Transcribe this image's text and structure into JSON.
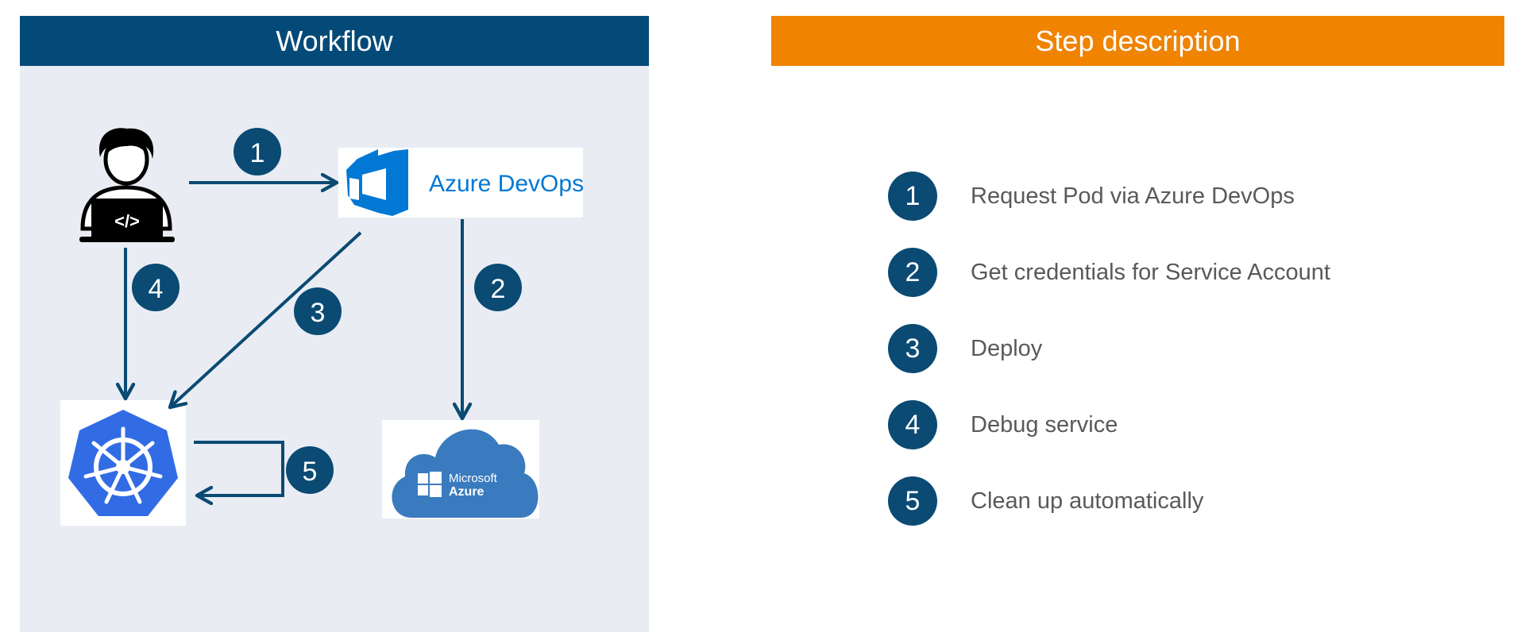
{
  "workflow": {
    "title": "Workflow",
    "devops_label": "Azure DevOps",
    "cloud_label_line1": "Microsoft",
    "cloud_label_line2": "Azure",
    "step_markers": [
      "1",
      "2",
      "3",
      "4",
      "5"
    ],
    "icons": {
      "developer": "developer-laptop-icon",
      "devops": "azure-devops-logo-icon",
      "kubernetes": "kubernetes-wheel-icon",
      "cloud": "microsoft-azure-cloud-icon"
    }
  },
  "description": {
    "title": "Step description",
    "steps": [
      {
        "number": "1",
        "text": "Request Pod via Azure DevOps"
      },
      {
        "number": "2",
        "text": "Get credentials for Service Account"
      },
      {
        "number": "3",
        "text": "Deploy"
      },
      {
        "number": "4",
        "text": "Debug service"
      },
      {
        "number": "5",
        "text": "Clean up automatically"
      }
    ]
  },
  "colors": {
    "workflow_header": "#044a78",
    "description_header": "#f08300",
    "workflow_bg": "#e9ecf3",
    "marker": "#0a4a73",
    "arrow": "#0a4a73",
    "devops_blue": "#0078d4",
    "kubernetes_blue": "#326ce5",
    "azure_cloud": "#3a7bbf"
  }
}
